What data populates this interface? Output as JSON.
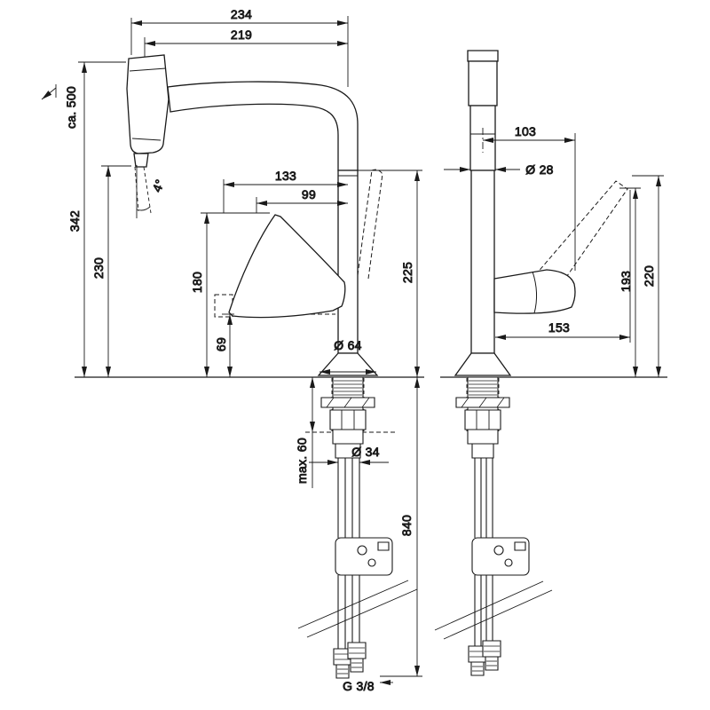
{
  "colors": {
    "line": "#1a1a1a",
    "background": "#ffffff"
  },
  "left_view": {
    "dims": {
      "width_total": "234",
      "width_spout": "219",
      "hose_pullout": "ca. 500",
      "height_total": "342",
      "height_outlet": "230",
      "height_handle": "180",
      "height_spout_low": "69",
      "reach_handle_outer": "133",
      "reach_handle_inner": "99",
      "spray_angle": "4°",
      "height_handle_raised": "225",
      "base_diameter": "Ø 64",
      "counter_max_thickness": "max. 60",
      "hole_diameter": "Ø 34",
      "hose_length_below": "840",
      "thread": "G 3/8"
    }
  },
  "right_view": {
    "dims": {
      "handle_offset": "103",
      "body_diameter": "Ø 28",
      "height_handle": "193",
      "height_handle_tip": "220",
      "handle_reach": "153"
    }
  }
}
